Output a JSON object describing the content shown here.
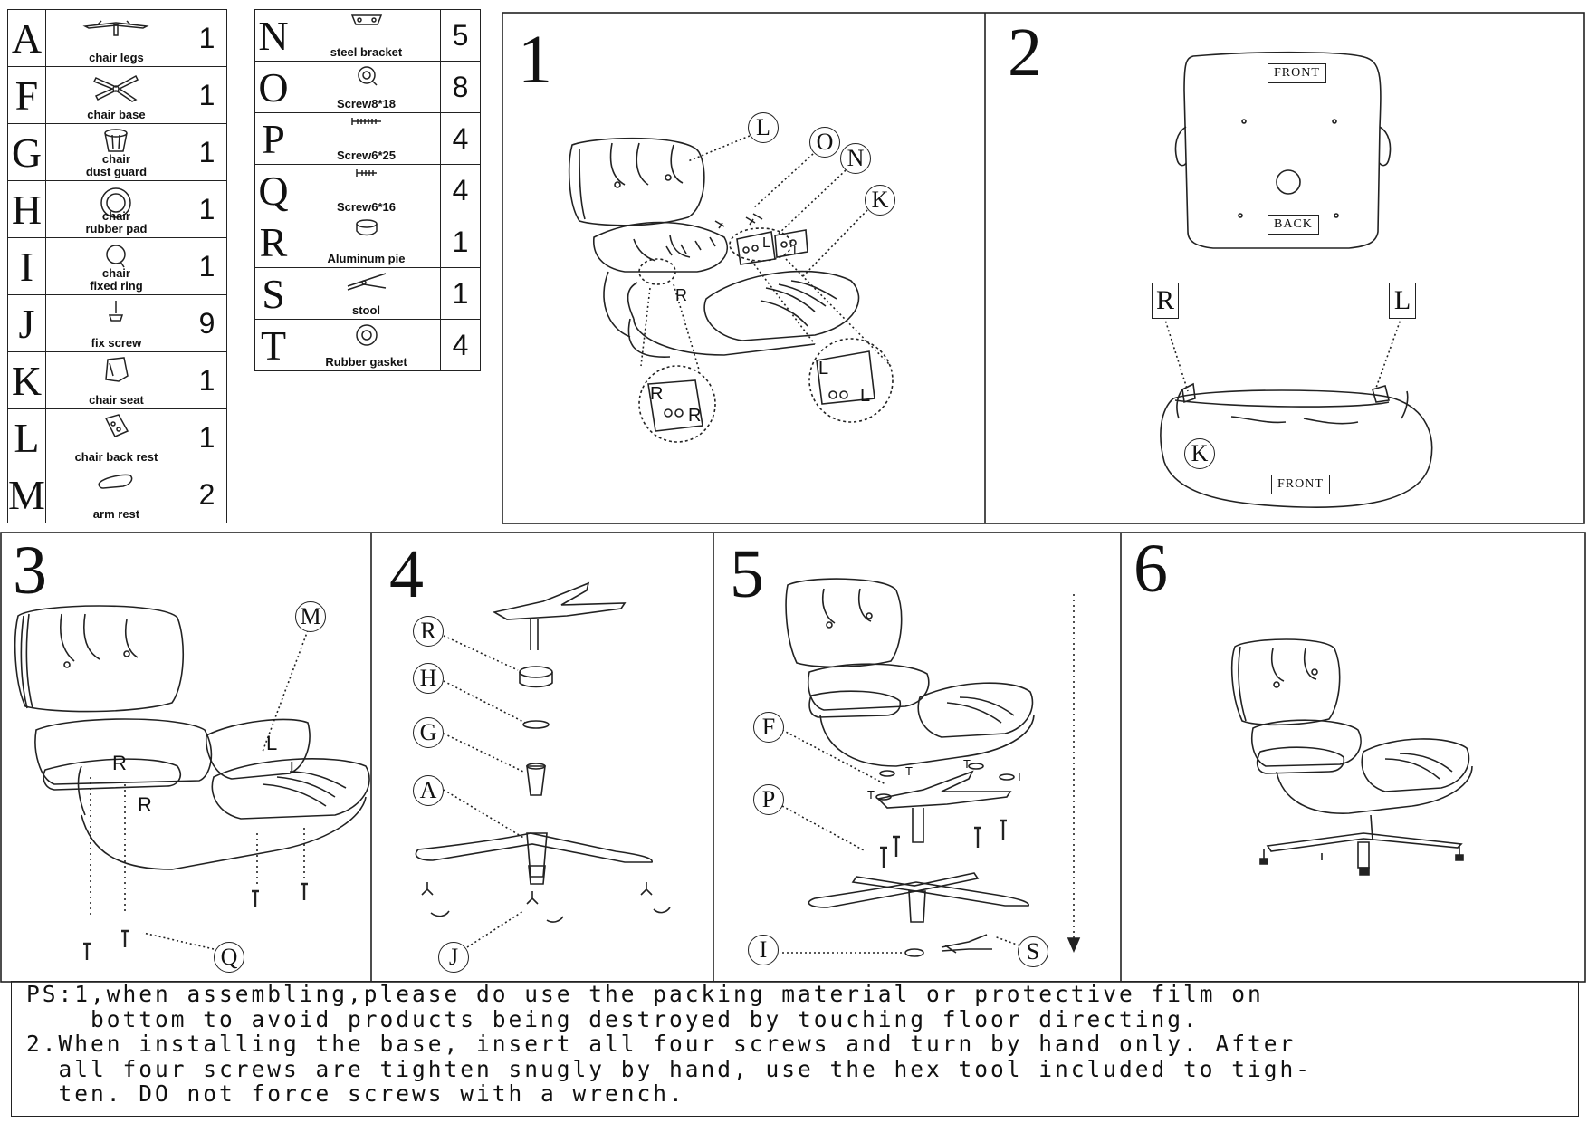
{
  "parts_left": [
    {
      "letter": "A",
      "name": "chair legs",
      "qty": "1",
      "icon": "chair-legs-icon"
    },
    {
      "letter": "F",
      "name": "chair base",
      "qty": "1",
      "icon": "chair-base-icon"
    },
    {
      "letter": "G",
      "name": "chair\ndust guard",
      "qty": "1",
      "icon": "dust-guard-icon"
    },
    {
      "letter": "H",
      "name": "chair\nrubber pad",
      "qty": "1",
      "icon": "rubber-pad-icon"
    },
    {
      "letter": "I",
      "name": "chair\nfixed ring",
      "qty": "1",
      "icon": "fixed-ring-icon"
    },
    {
      "letter": "J",
      "name": "fix screw",
      "qty": "9",
      "icon": "fix-screw-icon"
    },
    {
      "letter": "K",
      "name": "chair seat",
      "qty": "1",
      "icon": "chair-seat-icon"
    },
    {
      "letter": "L",
      "name": "chair back rest",
      "qty": "1",
      "icon": "back-rest-icon"
    },
    {
      "letter": "M",
      "name": "arm rest",
      "qty": "2",
      "icon": "arm-rest-icon"
    }
  ],
  "parts_right": [
    {
      "letter": "N",
      "name": "steel bracket",
      "qty": "5",
      "icon": "steel-bracket-icon"
    },
    {
      "letter": "O",
      "name": "Screw8*18",
      "qty": "8",
      "icon": "screw-8x18-icon"
    },
    {
      "letter": "P",
      "name": "Screw6*25",
      "qty": "4",
      "icon": "screw-6x25-icon"
    },
    {
      "letter": "Q",
      "name": "Screw6*16",
      "qty": "4",
      "icon": "screw-6x16-icon"
    },
    {
      "letter": "R",
      "name": "Aluminum pie",
      "qty": "1",
      "icon": "aluminum-pie-icon"
    },
    {
      "letter": "S",
      "name": "stool",
      "qty": "1",
      "icon": "pliers-icon"
    },
    {
      "letter": "T",
      "name": "Rubber gasket",
      "qty": "4",
      "icon": "rubber-gasket-icon"
    }
  ],
  "steps": [
    "1",
    "2",
    "3",
    "4",
    "5",
    "6"
  ],
  "step1": {
    "callouts": [
      "L",
      "O",
      "N",
      "K"
    ],
    "marks": [
      "R",
      "L",
      "L",
      "R",
      "R",
      "L",
      "L"
    ]
  },
  "step2": {
    "front_label": "FRONT",
    "back_label": "BACK",
    "left_side": "R",
    "right_side": "L",
    "seat_callout": "K",
    "seat_front_label": "FRONT"
  },
  "step3": {
    "callouts": [
      "M",
      "Q"
    ],
    "marks": [
      "L",
      "L",
      "R",
      "R"
    ]
  },
  "step4": {
    "callouts": [
      "R",
      "H",
      "G",
      "A",
      "J"
    ]
  },
  "step5": {
    "callouts": [
      "F",
      "P",
      "I",
      "S"
    ],
    "gasket_marks": [
      "T",
      "T",
      "T",
      "T"
    ]
  },
  "notes": {
    "line1": "PS:1,when assembling,please do use the packing material or protective film on",
    "line2": "    bottom to avoid products being destroyed by touching floor directing.",
    "line3": "2.When installing the base, insert all four screws and turn by hand only. After",
    "line4": "  all four screws are tighten snugly by hand, use the hex tool included to tigh-",
    "line5": "  ten. DO not force screws with a wrench."
  }
}
